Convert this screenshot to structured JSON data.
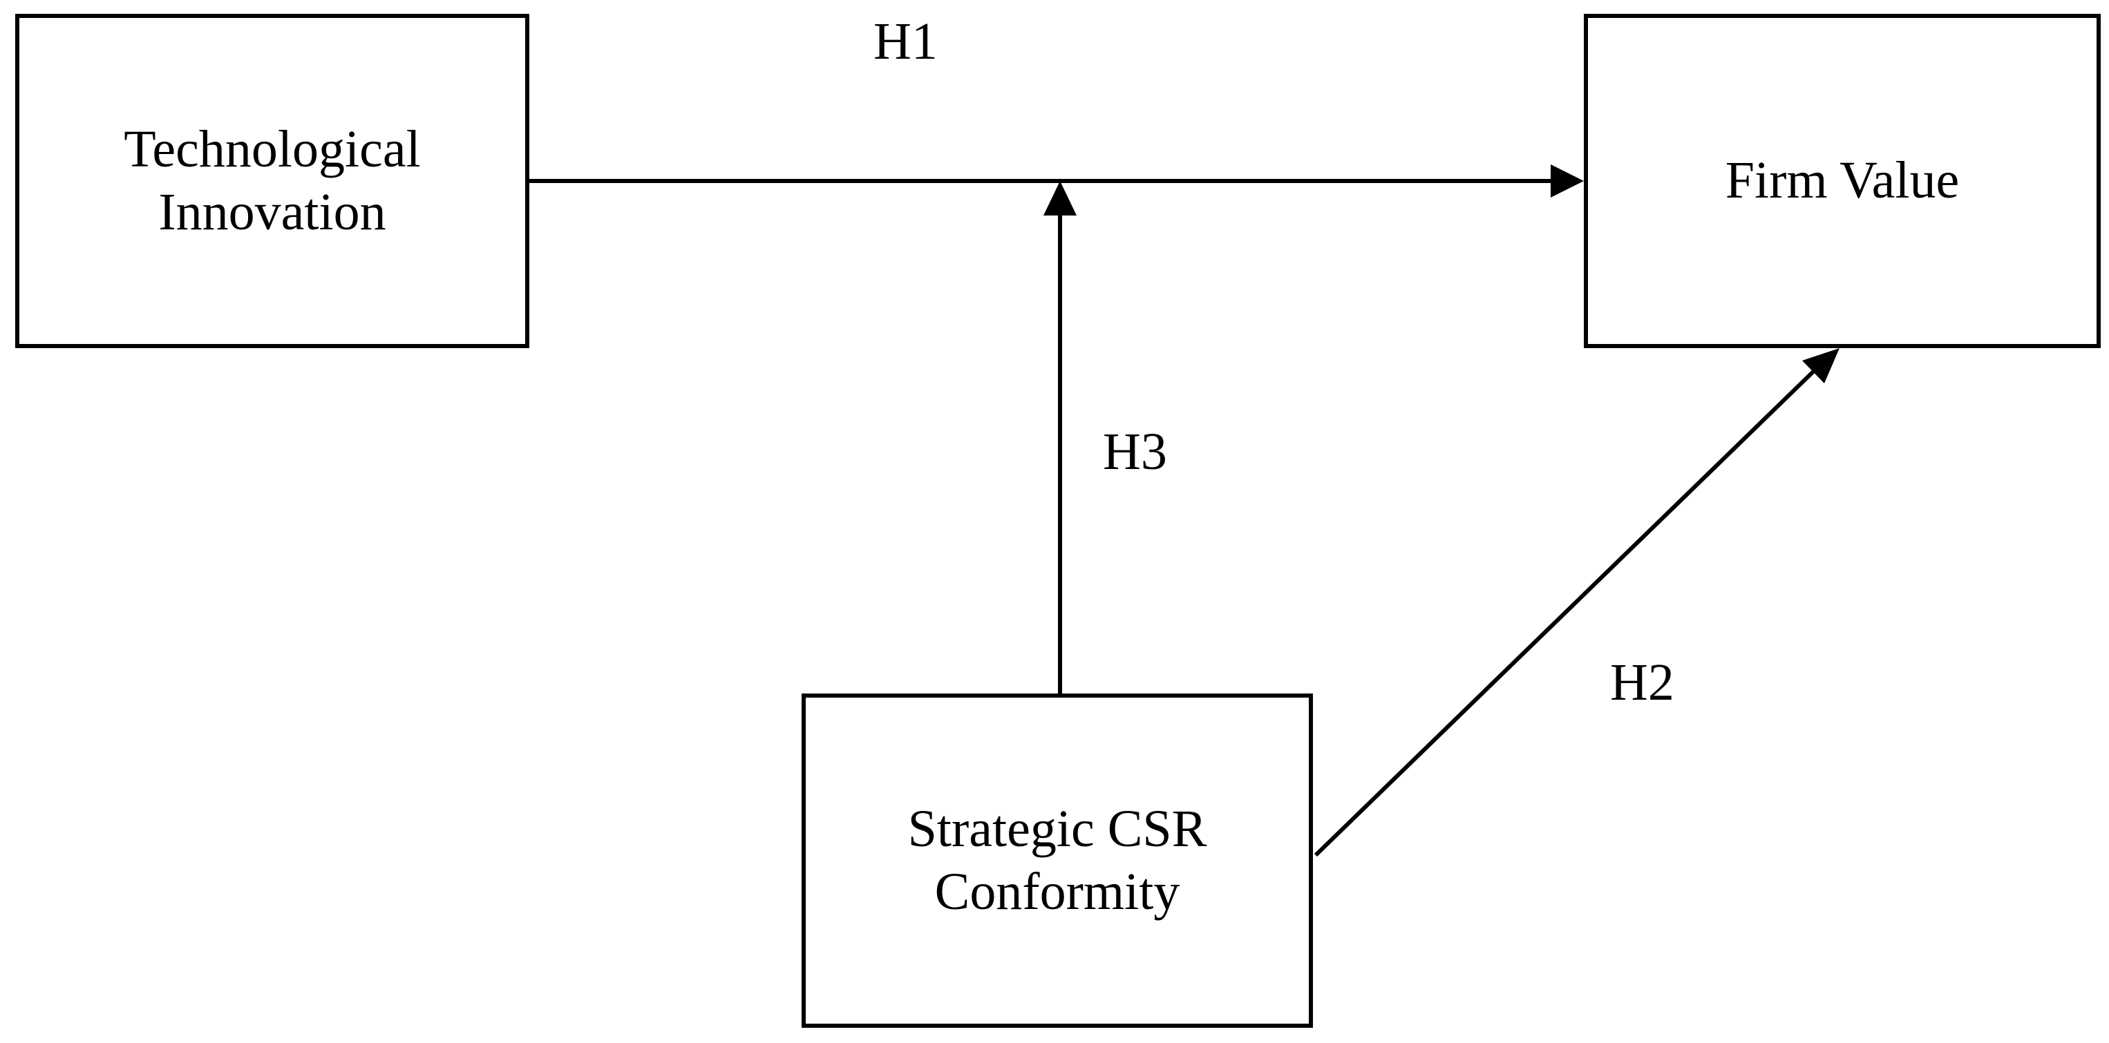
{
  "nodes": {
    "technological_innovation": {
      "line1": "Technological",
      "line2": "Innovation"
    },
    "firm_value": {
      "line1": "Firm Value"
    },
    "strategic_csr_conformity": {
      "line1": "Strategic CSR",
      "line2": "Conformity"
    }
  },
  "edges": {
    "h1": {
      "label": "H1",
      "from": "technological_innovation",
      "to": "firm_value"
    },
    "h2": {
      "label": "H2",
      "from": "strategic_csr_conformity",
      "to": "firm_value"
    },
    "h3": {
      "label": "H3",
      "from": "strategic_csr_conformity",
      "to": "h1"
    }
  },
  "colors": {
    "stroke": "#000000",
    "background": "#ffffff"
  }
}
